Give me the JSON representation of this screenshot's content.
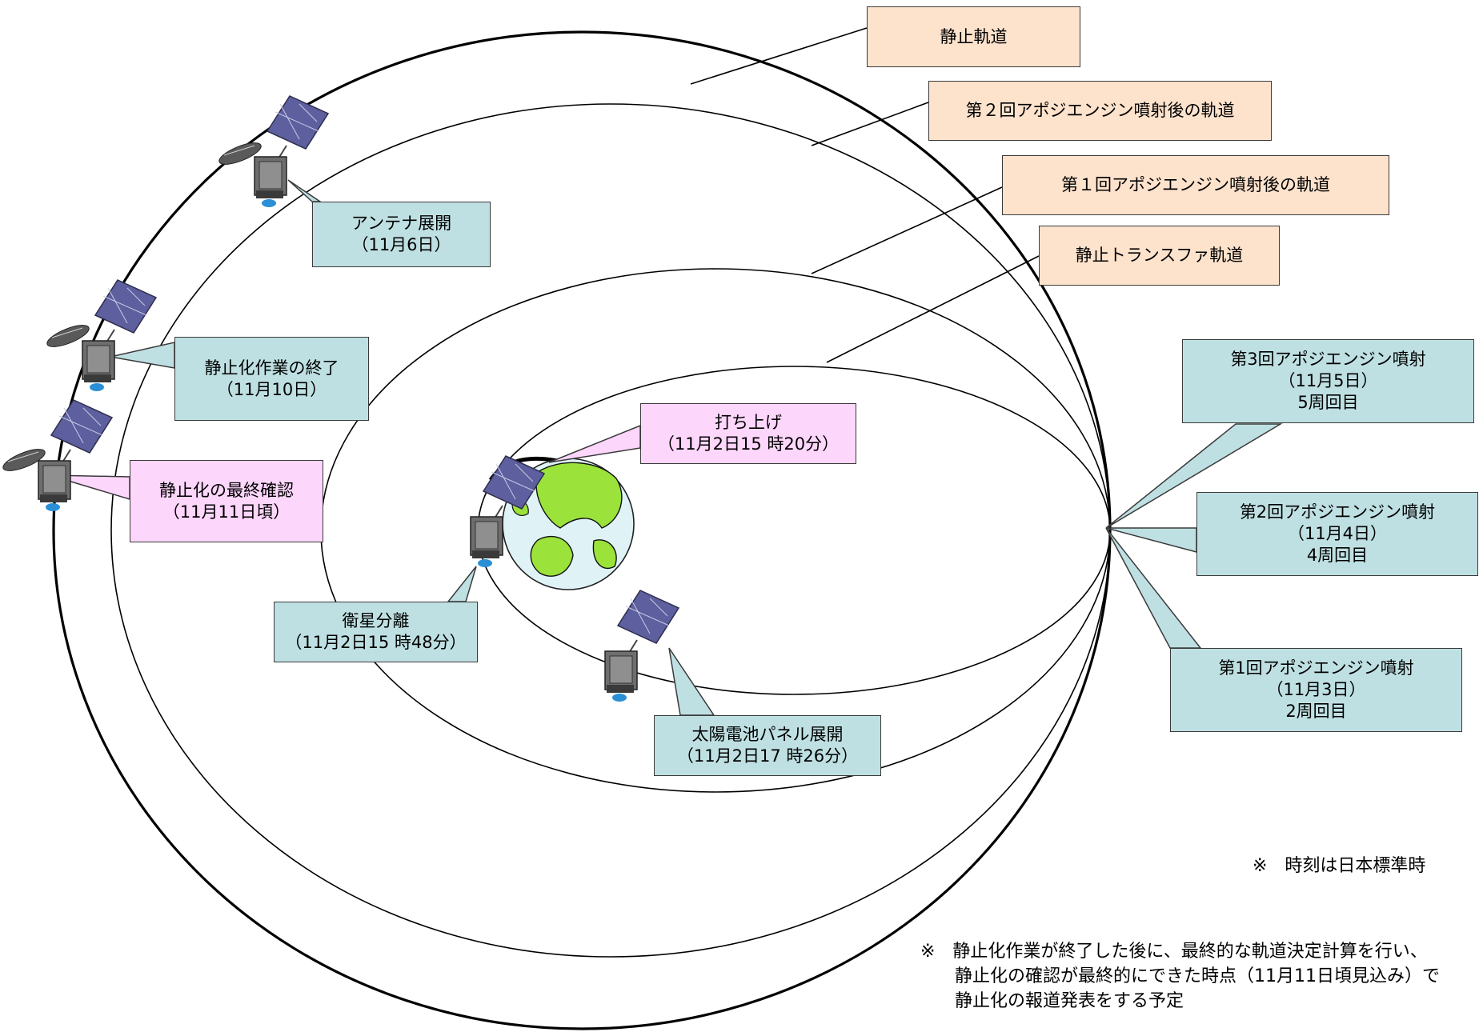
{
  "orbit_labels": {
    "geo": "静止軌道",
    "after_apogee_2": "第２回アポジエンジン噴射後の軌道",
    "after_apogee_1": "第１回アポジエンジン噴射後の軌道",
    "gto": "静止トランスファ軌道"
  },
  "events": {
    "antenna": {
      "title": "アンテナ展開",
      "date": "（11月6日）"
    },
    "station_end": {
      "title": "静止化作業の終了",
      "date": "（11月10日）"
    },
    "final_check": {
      "title": "静止化の最終確認",
      "date": "（11月11日頃）"
    },
    "launch": {
      "title": "打ち上げ",
      "date": "（11月2日15 時20分）"
    },
    "separation": {
      "title": "衛星分離",
      "date": "（11月2日15 時48分）"
    },
    "solar": {
      "title": "太陽電池パネル展開",
      "date": "（11月2日17 時26分）"
    },
    "apogee_3": {
      "title": "第3回アポジエンジン噴射",
      "date": "（11月5日）",
      "rev": "5周回目"
    },
    "apogee_2": {
      "title": "第2回アポジエンジン噴射",
      "date": "（11月4日）",
      "rev": "4周回目"
    },
    "apogee_1": {
      "title": "第1回アポジエンジン噴射",
      "date": "（11月3日）",
      "rev": "2周回目"
    }
  },
  "notes": {
    "time_note": "※　時刻は日本標準時",
    "footnote_line1": "※　静止化作業が終了した後に、最終的な軌道決定計算を行い、",
    "footnote_line2": "静止化の確認が最終的にできた時点（11月11日頃見込み）で",
    "footnote_line3": "静止化の報道発表をする予定"
  },
  "colors": {
    "orbit_label_fill": "#fde2cc",
    "event_fill": "#bfe0e3",
    "milestone_fill": "#fdd6fb",
    "earth_ocean": "#dff3f7",
    "earth_land": "#9be23a",
    "solar_panel": "#5d5f9e"
  },
  "icons": [
    "satellite-icon",
    "earth-icon"
  ]
}
